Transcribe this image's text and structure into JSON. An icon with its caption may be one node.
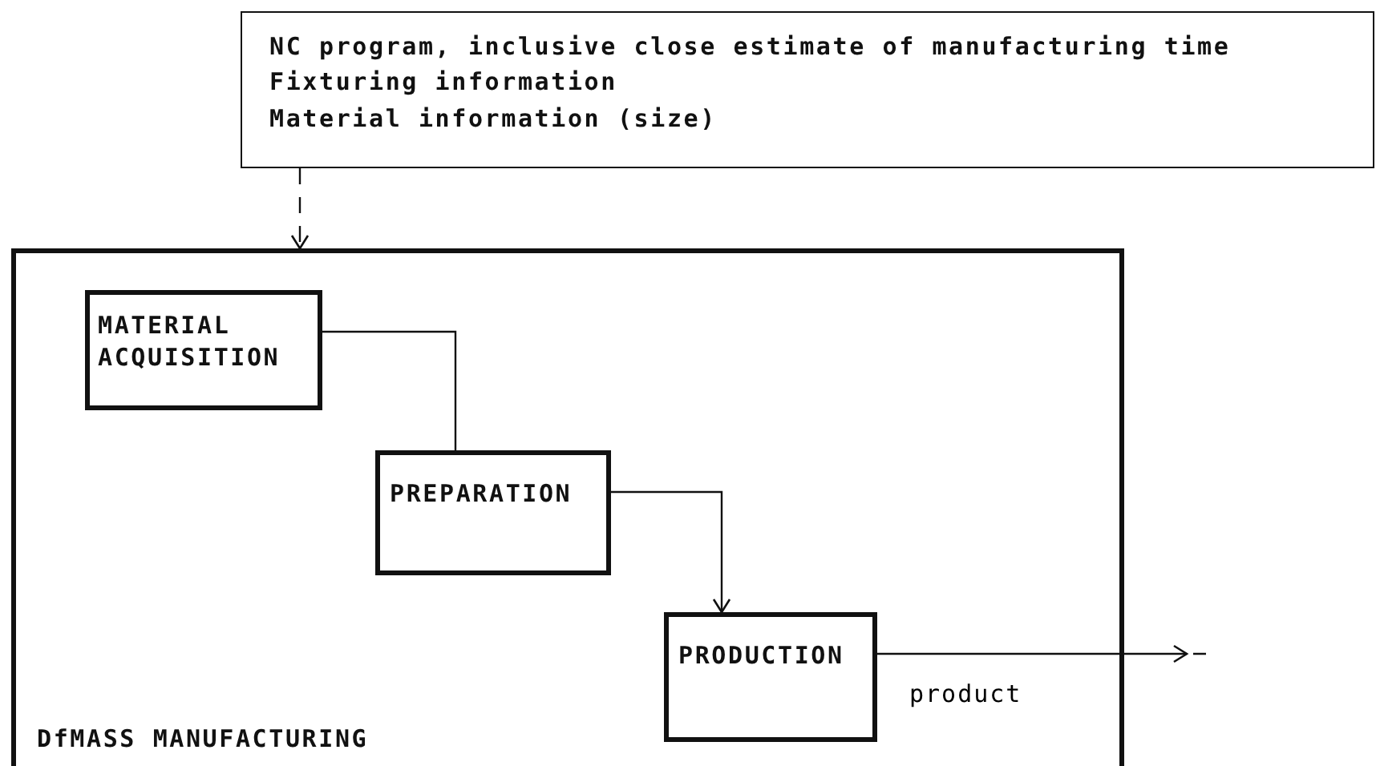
{
  "diagram": {
    "nodes": [
      {
        "text": [
          "NC program, inclusive close estimate of manufacturing time",
          "Fixturing information",
          "Material information (size)"
        ]
      },
      {
        "text": [
          "DfMASS MANUFACTURING"
        ]
      },
      {
        "text": [
          "MATERIAL ACQUISITION"
        ],
        "in": 1
      },
      {
        "text": [
          "PREPARATION"
        ],
        "in": 1
      },
      {
        "text": [
          "PRODUCTION"
        ],
        "in": 1
      }
    ],
    "edges": [
      {
        "from": 0,
        "to": 1,
        "arrow": "to",
        "style": "dashed"
      },
      {
        "from": 2,
        "to": 3,
        "arrow": "none"
      },
      {
        "from": 3,
        "to": 4,
        "arrow": "to"
      },
      {
        "from": 4,
        "to": null,
        "arrow": "to",
        "label": "product"
      }
    ]
  }
}
